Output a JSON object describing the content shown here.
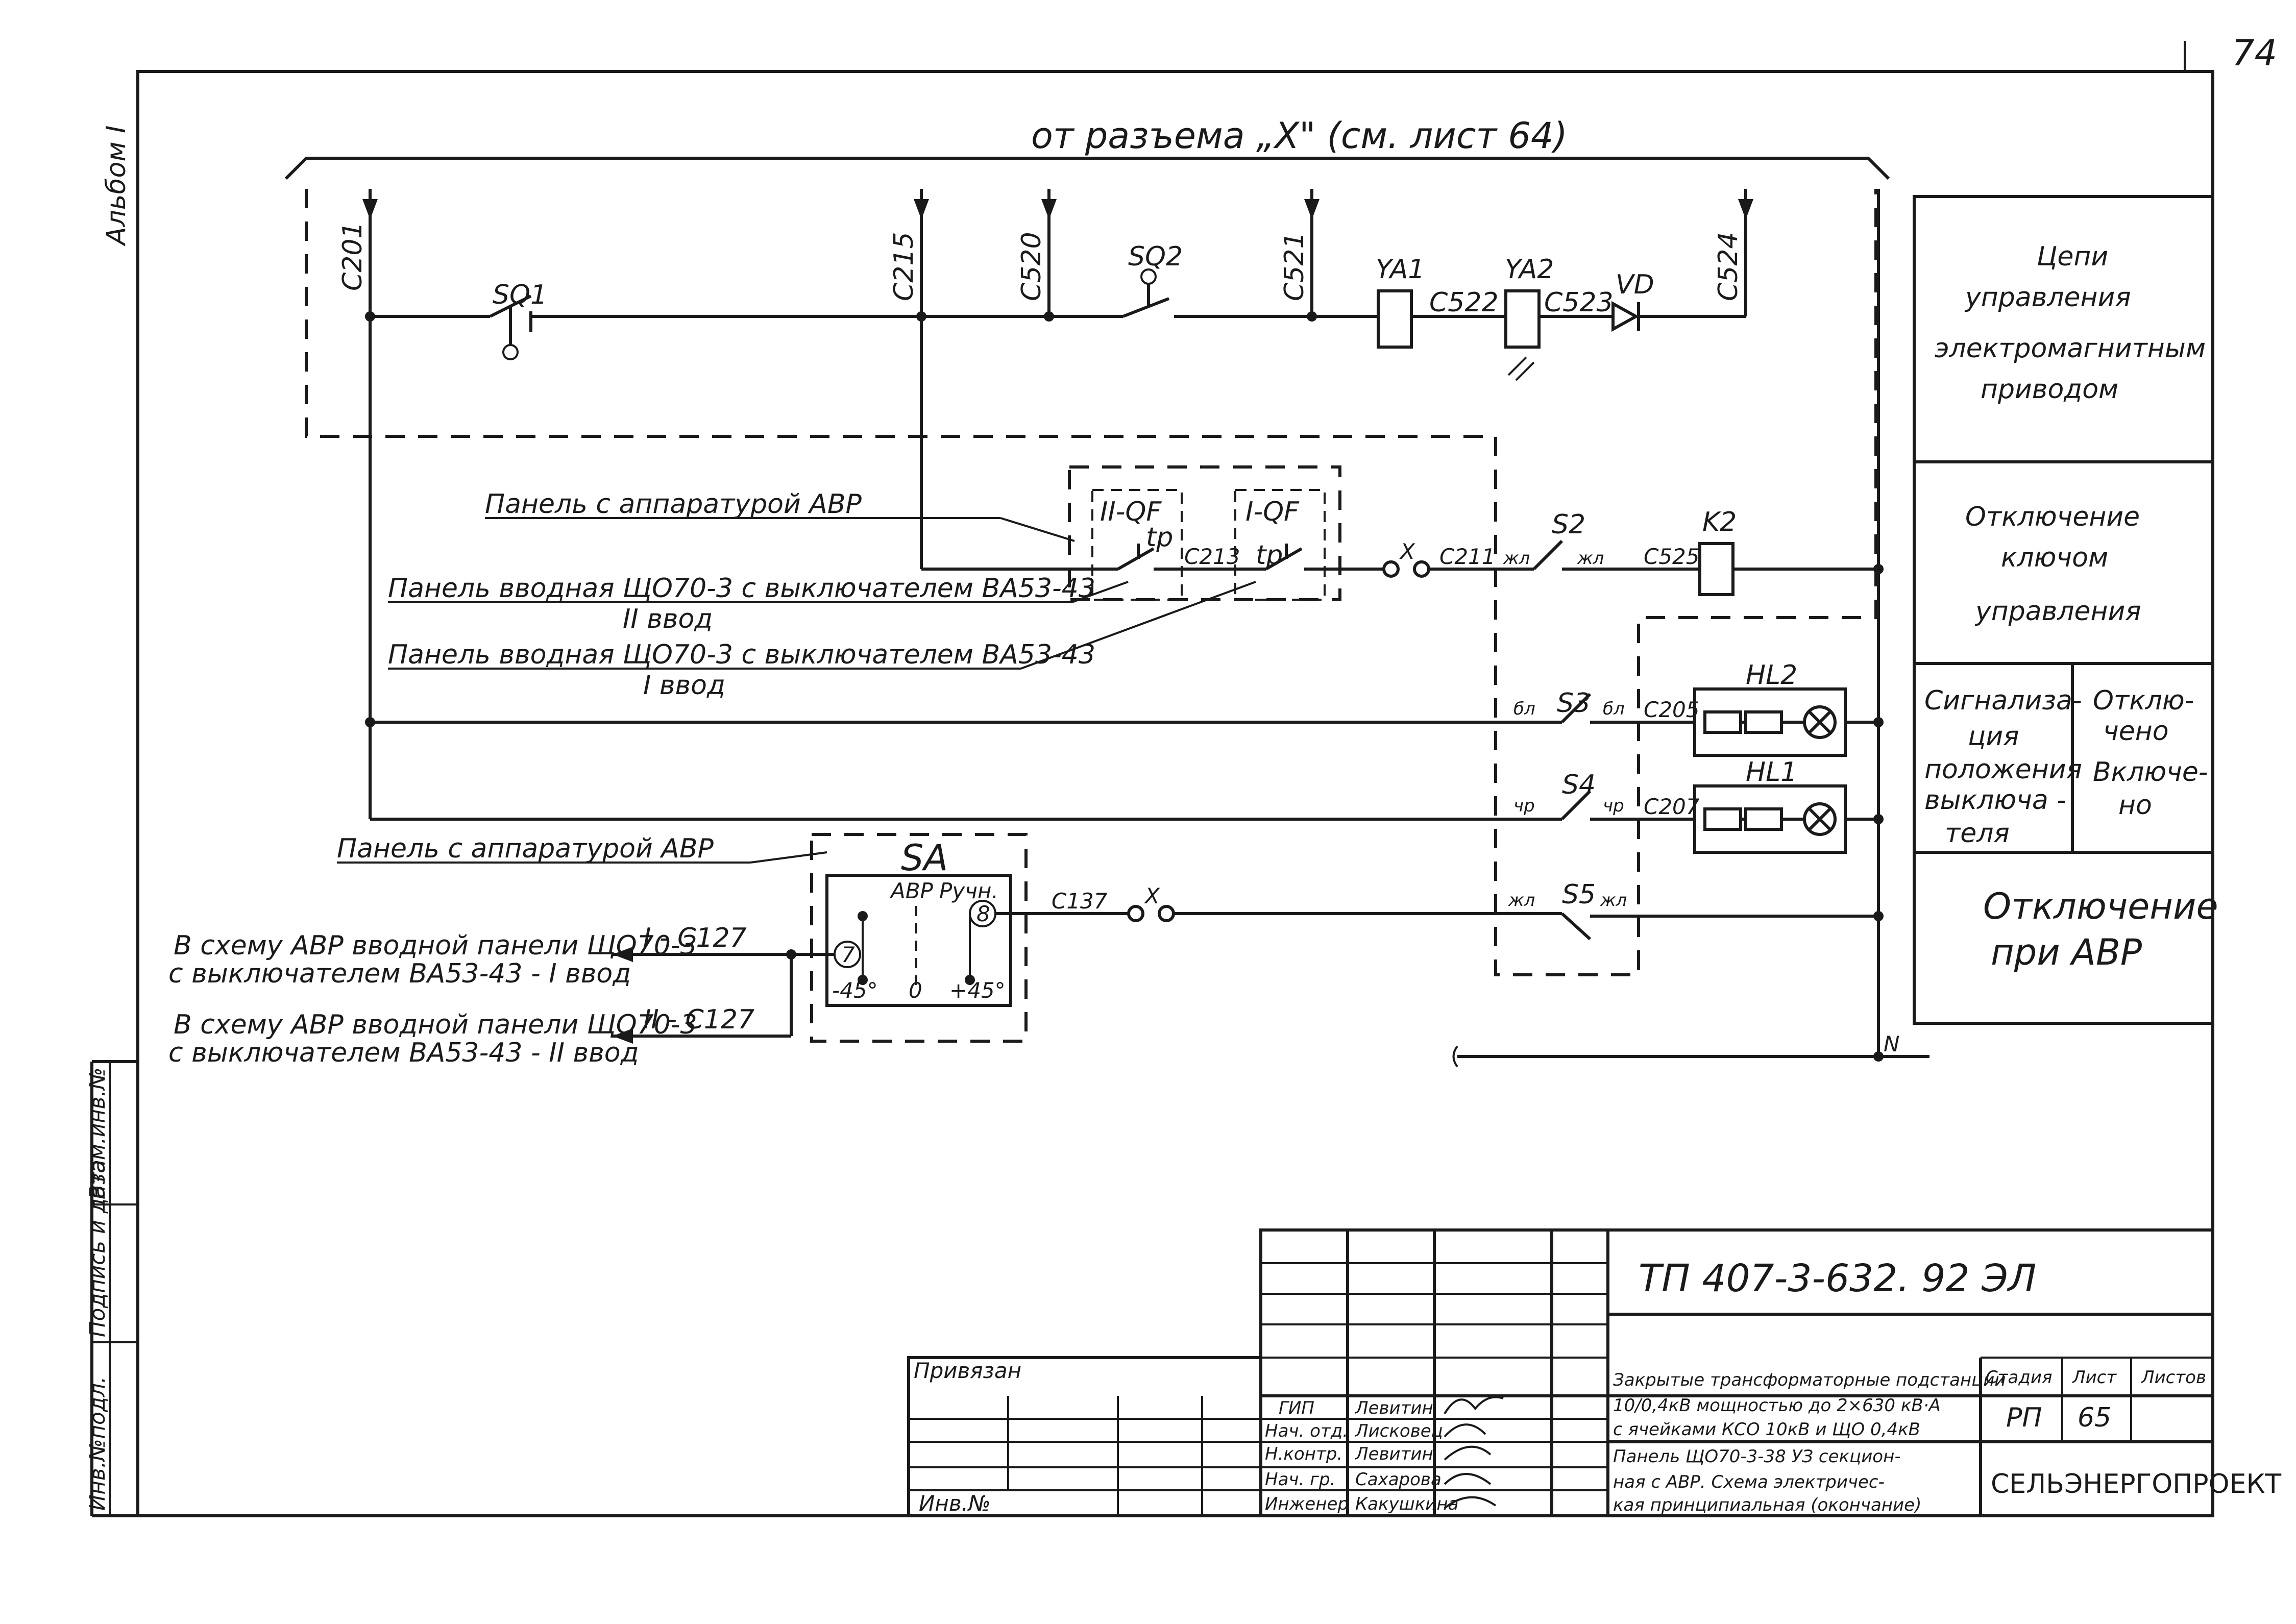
{
  "sheet": {
    "page_number": "74",
    "album_label": "Альбом I",
    "source_note": "от разъема „X\" (см. лист 64)"
  },
  "wires": {
    "c201": "C201",
    "c215": "C215",
    "c520": "C520",
    "c521": "C521",
    "c524": "C524",
    "c522": "C522",
    "c523": "C523",
    "c213": "C213",
    "c211": "C211",
    "c525": "C525",
    "c205": "C205",
    "c207": "C207",
    "c137": "C137",
    "n": "N",
    "c127_1": "I - C127",
    "c127_2": "II - C127"
  },
  "devices": {
    "sq1": "SQ1",
    "sq2": "SQ2",
    "ya1": "YA1",
    "ya2": "YA2",
    "vd": "VD",
    "qf2": "II-QF",
    "qf1": "I-QF",
    "tp": "tр",
    "x": "X",
    "s2": "S2",
    "k2": "K2",
    "s3": "S3",
    "s4": "S4",
    "s5": "S5",
    "hl2": "HL2",
    "hl1": "HL1",
    "sa": "SA",
    "sa_avr": "АВР",
    "sa_ruchn": "Ручн.",
    "sa_m45": "-45°",
    "sa_0": "0",
    "sa_p45": "+45°",
    "sa_t7": "7",
    "sa_t8": "8"
  },
  "contact_marks": {
    "zhl": "жл",
    "bl": "бл",
    "chr": "чр"
  },
  "labels": {
    "panel_avr_1": "Панель с аппаратурой АВР",
    "panel_vvod_2_line1": "Панель вводная ЩО70-3 с выключателем ВА53-43",
    "panel_vvod_2_line2": "II ввод",
    "panel_vvod_1_line1": "Панель вводная ЩО70-3 с выключателем ВА53-43",
    "panel_vvod_1_line2": "I ввод",
    "panel_avr_2": "Панель с аппаратурой АВР",
    "to_avr_1_line1": "В схему АВР вводной панели ЩО70-3",
    "to_avr_1_line2": "с выключателем ВА53-43 - I ввод",
    "to_avr_2_line1": "В схему АВР вводной панели ЩО70-3",
    "to_avr_2_line2": "с выключателем ВА53-43 - II ввод"
  },
  "function_table": {
    "row1": [
      "Цепи",
      "управления",
      "электромагнитным",
      "приводом"
    ],
    "row2": [
      "Отключение",
      "ключом",
      "управления"
    ],
    "row3_left": [
      "Сигнализа-",
      "ция",
      "положения",
      "выключа -",
      "теля"
    ],
    "row3_off": [
      "Отклю-",
      "чено"
    ],
    "row3_on": [
      "Включе-",
      "но"
    ],
    "row4": [
      "Отключение",
      "при АВР"
    ]
  },
  "side_stamp": {
    "inv_podl": "Инв.№подл.",
    "podpis": "Подпись и дата",
    "vzam": "Взам.инв.№"
  },
  "title_block": {
    "doc_code": "ТП 407-3-632. 92 ЭЛ",
    "privyazan": "Привязан",
    "inv_no": "Инв.№",
    "staff": [
      {
        "role": "ГИП",
        "name": "Левитин"
      },
      {
        "role": "Нач. отд.",
        "name": "Лисковец"
      },
      {
        "role": "Н.контр.",
        "name": "Левитин"
      },
      {
        "role": "Нач. гр.",
        "name": "Сахарова"
      },
      {
        "role": "Инженер",
        "name": "Какушкина"
      }
    ],
    "description_1": [
      "Закрытые трансформаторные подстанции",
      "10/0,4кВ мощностью до 2×630 кВ·А",
      "с ячейками КСО 10кВ и ЩО 0,4кВ"
    ],
    "description_2": [
      "Панель ЩО70-3-38 УЗ секцион-",
      "ная с АВР. Схема электричес-",
      "кая принципиальная (окончание)"
    ],
    "stage_label": "Стадия",
    "sheet_label": "Лист",
    "sheets_label": "Листов",
    "stage": "РП",
    "sheet": "65",
    "org": "СЕЛЬЭНЕРГОПРОЕКТ"
  }
}
